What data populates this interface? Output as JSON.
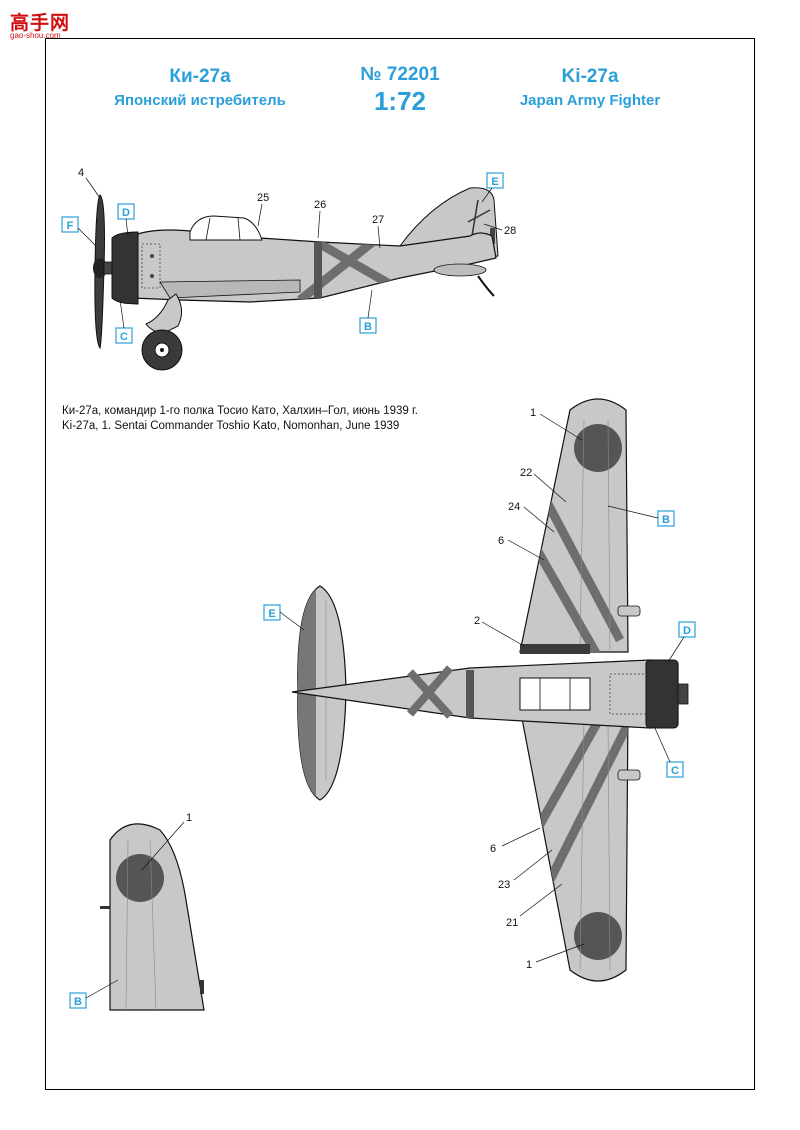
{
  "watermark": {
    "text": "高手网",
    "url": "gao-shou.com"
  },
  "header": {
    "left_title": "Ки-27а",
    "left_subtitle": "Японский истребитель",
    "number": "№ 72201",
    "scale": "1:72",
    "right_title": "Ki-27a",
    "right_subtitle": "Japan Army Fighter"
  },
  "caption": {
    "ru": "Ки-27а, командир 1-го полка Тосио Като, Халхин–Гол, июнь 1939 г.",
    "en": "Ki-27a, 1. Sentai Commander Toshio Kato, Nomonhan, June 1939"
  },
  "callouts": {
    "side_numbers": [
      "4",
      "25",
      "26",
      "27",
      "28"
    ],
    "side_boxes": [
      "F",
      "D",
      "C",
      "B",
      "E"
    ],
    "top_numbers": [
      "1",
      "22",
      "24",
      "6",
      "2",
      "6",
      "23",
      "21",
      "1"
    ],
    "top_boxes": [
      "B",
      "E",
      "D",
      "C"
    ],
    "detail_numbers": [
      "1"
    ],
    "detail_boxes": [
      "B"
    ]
  },
  "colors": {
    "accent": "#2b9fd9",
    "aircraft_grey": "#c8c8c8",
    "stripe": "#6e6e6e",
    "cowling": "#333333",
    "hinomaru": "#555555"
  }
}
